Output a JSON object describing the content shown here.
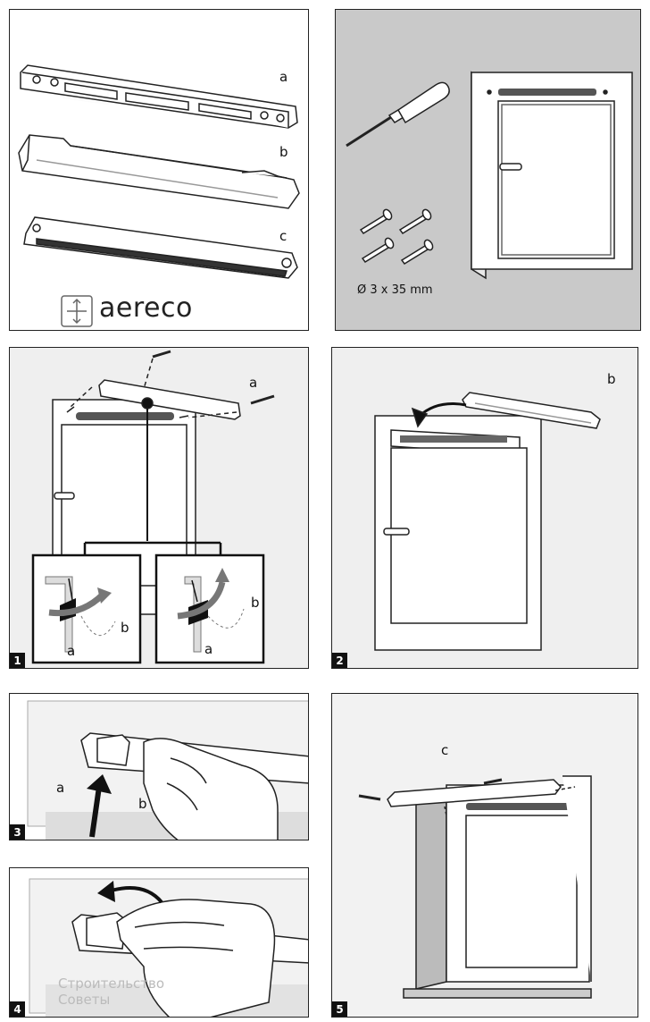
{
  "parts": {
    "label_a": "a",
    "label_b": "b",
    "label_c": "c"
  },
  "brand": {
    "name": "aereco",
    "icon": "aereco-logo-icon"
  },
  "tools": {
    "screw_spec": "Ø 3 x 35 mm"
  },
  "steps": [
    {
      "number": "1",
      "label_a": "a",
      "inset_left_a": "a",
      "inset_left_b": "b",
      "inset_right_a": "a",
      "inset_right_b": "b"
    },
    {
      "number": "2",
      "label_b": "b"
    },
    {
      "number": "3",
      "label_a": "a",
      "label_b": "b"
    },
    {
      "number": "4"
    },
    {
      "number": "5",
      "label_c": "c"
    }
  ],
  "watermark": {
    "line1": "Строительство",
    "line2": "Советы"
  },
  "colors": {
    "panel_gray": "#c9c9c9",
    "outline": "#222222",
    "vent_slot": "#555555"
  }
}
